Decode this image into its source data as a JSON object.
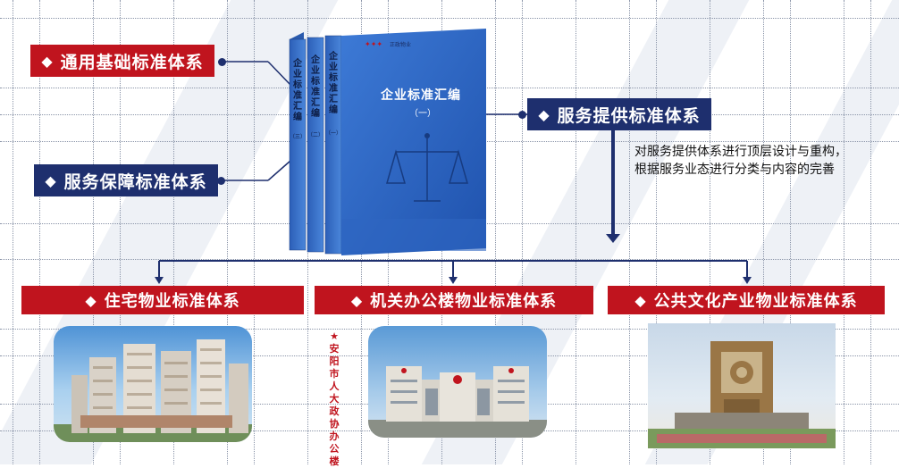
{
  "left_items": [
    {
      "label": "通用基础标准体系"
    },
    {
      "label": "服务保障标准体系"
    }
  ],
  "right_item": {
    "label": "服务提供标准体系"
  },
  "description": "对服务提供体系进行顶层设计与重构，根据服务业态进行分类与内容的完善",
  "book": {
    "front_title": "企业标准汇编",
    "front_sub": "（一）",
    "spine_title": "企业标准汇编",
    "spine_marks": [
      "（一）",
      "（二）",
      "（三）"
    ]
  },
  "categories": [
    {
      "label": "住宅物业标准体系"
    },
    {
      "label": "机关办公楼物业标准体系"
    },
    {
      "label": "公共文化产业物业标准体系"
    }
  ],
  "office_caption": "安阳市人大政协办公楼",
  "bullet": "◆",
  "star": "★",
  "colors": {
    "red": "#c0141e",
    "navy": "#1e2f6e",
    "book_blue": "#2a64c4"
  }
}
